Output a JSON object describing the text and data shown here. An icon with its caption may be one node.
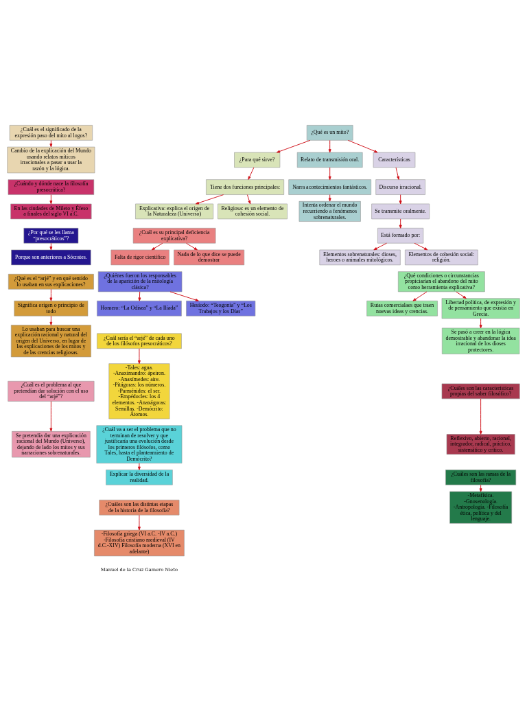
{
  "diagram": {
    "nodes": [
      {
        "text": [
          "¿Cuál es el significado de la expresión paso del mito al logos?"
        ]
      },
      {
        "text": [
          "Cambio de la explicación del Mundo usando relatos míticos irracionales a pasar a usar la razón y la lógica."
        ]
      },
      {
        "text": [
          "¿Para qué sirve?"
        ]
      },
      {
        "text": [
          "Tiene dos funciones principales:"
        ]
      },
      {
        "text": [
          "Explicativa: explica el origen de la Naturaleza (Universo)"
        ]
      },
      {
        "text": [
          "Religiosa: es un elemento de cohesión social."
        ]
      },
      {
        "text": [
          "¿Qué es un mito?"
        ]
      },
      {
        "text": [
          "Relato de transmisión oral."
        ]
      },
      {
        "text": [
          "Narra acontecimientos fantásticos."
        ]
      },
      {
        "text": [
          "Intenta ordenar el mundo recurriendo a fenómenos sobrenaturales."
        ]
      },
      {
        "text": [
          "Características"
        ]
      },
      {
        "text": [
          "Discurso irracional."
        ]
      },
      {
        "text": [
          "Se transmite oralmente."
        ]
      },
      {
        "text": [
          "Está formado por:"
        ]
      },
      {
        "text": [
          "Elementos sobrenaturales: dioses, heroes o animales mitológicos."
        ]
      },
      {
        "text": [
          "Elementos de cohesión social: religión."
        ]
      },
      {
        "text": [
          "¿Cuándo y dónde nace la filosofía presocrática?"
        ]
      },
      {
        "text": [
          "En las ciudades de Mileto y Éfeso a finales del siglo VI a.C."
        ]
      },
      {
        "text": [
          "¿Cuál es su principal deficiencia explicativa?"
        ]
      },
      {
        "text": [
          "Falta de rigor científico"
        ]
      },
      {
        "text": [
          "Nada de lo que dice se puede demostrar"
        ]
      },
      {
        "text": [
          "¿Por qué se les llama “presocráticos”?"
        ]
      },
      {
        "text": [
          "Porque son anteriores a Sócrates."
        ]
      },
      {
        "text": [
          "¿Quiénes fueron los responsables de la aparición de la mitología clásica?"
        ]
      },
      {
        "text": [
          "Homero: “La Odisea” y “La Ilíada”"
        ]
      },
      {
        "text": [
          "Hesíodo: “Teogonía” y “Los Trabajos y los Días”"
        ]
      },
      {
        "text": [
          "¿Qué es el “arjé” y en qué sentido lo usaban en sus explicaciones?"
        ]
      },
      {
        "text": [
          "Significa origen o principio de todo"
        ]
      },
      {
        "text": [
          "Lo usaban para buscar una explicación racional y natural del origen del Universo, en lugar de las explicaciones de los mitos y de las crencias religiosas."
        ]
      },
      {
        "text": [
          "¿Qué condiciones o circunstancias propiciarían el abandono del mito como herramienta explicativa?"
        ]
      },
      {
        "text": [
          "Rutas comercialaes que traen nuevas ideas y crencias."
        ]
      },
      {
        "text": [
          "Libertad politica, de expresión y de pensamiento que existia en Grecia."
        ]
      },
      {
        "text": [
          "Se pasó a creer en la lógica demostrable y abandonar la idea irracional de los dioses protectores."
        ]
      },
      {
        "text": [
          "¿Cuál es el problema al que pretendían dar solución con el uso del “arjé”?"
        ]
      },
      {
        "text": [
          "¿Cuál sería el “arjé” de cada uno de los filósofos presocráticos?"
        ]
      },
      {
        "text": [
          "Se pretendía dar una explicación racional del Mundo (Universo), dejando de lado los mitos y sus narraciones sobrenaturales."
        ]
      },
      {
        "text": [
          "-Tales: agua. -Anaximandro: ápeiron. -Anaxímedes: aire. -Pitágoras: los números. -Parménides: el ser. -Empédocles: los 4 elementos. -Anaxágoras: Semillas. -Demócrito: Átomos."
        ]
      },
      {
        "text": [
          "¿Cuáles son las caracteristicas propias del saber filosófico?"
        ]
      },
      {
        "text": [
          "Reflexivo, abierto, racional, integrador, radical, práctico, sistemático y crítico."
        ]
      },
      {
        "text": [
          "¿Cuál va a ser el problema que no terminan de resolver y que justificaría una evolución desde los primeros filósofos, como Tales, hasta el planteamiento de Demócrito?"
        ]
      },
      {
        "text": [
          "¿Cuáles son las ramas de la filosofía?"
        ]
      },
      {
        "text": [
          "Explicar la diversidad de la realidad."
        ]
      },
      {
        "text": [
          "-Metafísica. -Gnosenología. -Antropología. -Filosofía ética, política y del lenguaje."
        ]
      },
      {
        "text": [
          "¿Cuáles son las distintas etapas de la historia de la filosofía?"
        ]
      },
      {
        "text": [
          "-Filosofía griega (VI a.C. -IV a.C.) -Filosofía cristiano medieval (IV d.C.-XIV) Filosofía moderna (XVI en adelante)"
        ]
      }
    ],
    "edges": [
      {
        "from": 0,
        "to": 1,
        "arrow": "to"
      },
      {
        "from": 6,
        "to": 2,
        "arrow": "to"
      },
      {
        "from": 6,
        "to": 10,
        "arrow": "to"
      },
      {
        "from": 2,
        "to": 3,
        "arrow": "to"
      },
      {
        "from": 3,
        "to": 4,
        "arrow": "to"
      },
      {
        "from": 3,
        "to": 5,
        "arrow": "to"
      },
      {
        "from": 6,
        "to": 7,
        "arrow": "to"
      },
      {
        "from": 7,
        "to": 8,
        "arrow": "to"
      },
      {
        "from": 8,
        "to": 9,
        "arrow": "to"
      },
      {
        "from": 10,
        "to": 11,
        "arrow": "to"
      },
      {
        "from": 11,
        "to": 12,
        "arrow": "to"
      },
      {
        "from": 12,
        "to": 13,
        "arrow": "to"
      },
      {
        "from": 13,
        "to": 14,
        "arrow": "to"
      },
      {
        "from": 13,
        "to": 15,
        "arrow": "to"
      },
      {
        "from": 16,
        "to": 17,
        "arrow": "to"
      },
      {
        "from": 18,
        "to": 19,
        "arrow": "to"
      },
      {
        "from": 18,
        "to": 20,
        "arrow": "to"
      },
      {
        "from": 21,
        "to": 22,
        "arrow": "to"
      },
      {
        "from": 23,
        "to": 24,
        "arrow": "to"
      },
      {
        "from": 23,
        "to": 25,
        "arrow": "to"
      },
      {
        "from": 26,
        "to": 27,
        "arrow": "to"
      },
      {
        "from": 27,
        "to": 28,
        "arrow": "to"
      },
      {
        "from": 29,
        "to": 30,
        "arrow": "to"
      },
      {
        "from": 29,
        "to": 31,
        "arrow": "to"
      },
      {
        "from": 31,
        "to": 32,
        "arrow": "to"
      },
      {
        "from": 33,
        "to": 35,
        "arrow": "to"
      },
      {
        "from": 34,
        "to": 36,
        "arrow": "to"
      },
      {
        "from": 37,
        "to": 38,
        "arrow": "to"
      },
      {
        "from": 39,
        "to": 41,
        "arrow": "to"
      },
      {
        "from": 40,
        "to": 42,
        "arrow": "to"
      },
      {
        "from": 43,
        "to": 44,
        "arrow": "to"
      }
    ],
    "labels": [
      "Manuel de la Cruz Gamero Nieto"
    ]
  }
}
